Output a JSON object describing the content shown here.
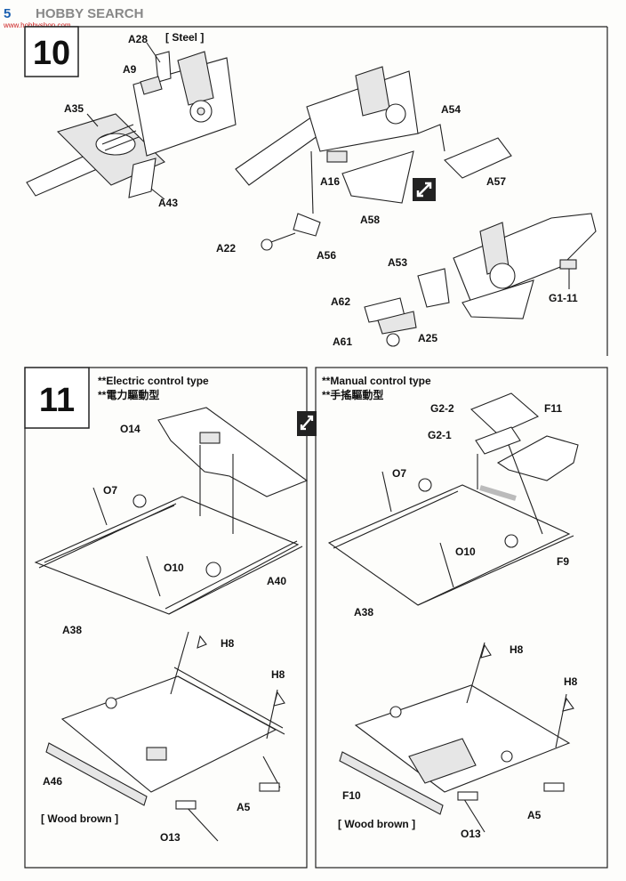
{
  "watermark": {
    "brand": "HOBBY SEARCH",
    "prefix": "5",
    "url": "www.hobbyshop.com"
  },
  "steps": [
    {
      "number": "10"
    },
    {
      "number": "11"
    }
  ],
  "step10": {
    "labels": {
      "a28": "A28",
      "steel": "[ Steel ]",
      "a9": "A9",
      "a35": "A35",
      "a43": "A43",
      "a54": "A54",
      "a16": "A16",
      "a57": "A57",
      "a58": "A58",
      "a22": "A22",
      "a56": "A56",
      "a53": "A53",
      "a62": "A62",
      "a61": "A61",
      "a25": "A25",
      "g1_11": "G1-11"
    }
  },
  "step11": {
    "electric": {
      "title_en": "**Electric control type",
      "title_cn": "**電力驅動型",
      "labels": {
        "o14": "O14",
        "o7": "O7",
        "o10": "O10",
        "a40": "A40",
        "a38": "A38",
        "h8a": "H8",
        "h8b": "H8",
        "a46": "A46",
        "a5": "A5",
        "o13": "O13",
        "paint": "[ Wood brown ]"
      }
    },
    "manual": {
      "title_en": "**Manual control type",
      "title_cn": "**手搖驅動型",
      "labels": {
        "g2_2": "G2-2",
        "f11": "F11",
        "g2_1": "G2-1",
        "o7": "O7",
        "o10": "O10",
        "f9": "F9",
        "a38": "A38",
        "h8a": "H8",
        "h8b": "H8",
        "f10": "F10",
        "a5": "A5",
        "o13": "O13",
        "paint": "[ Wood brown ]"
      }
    }
  }
}
